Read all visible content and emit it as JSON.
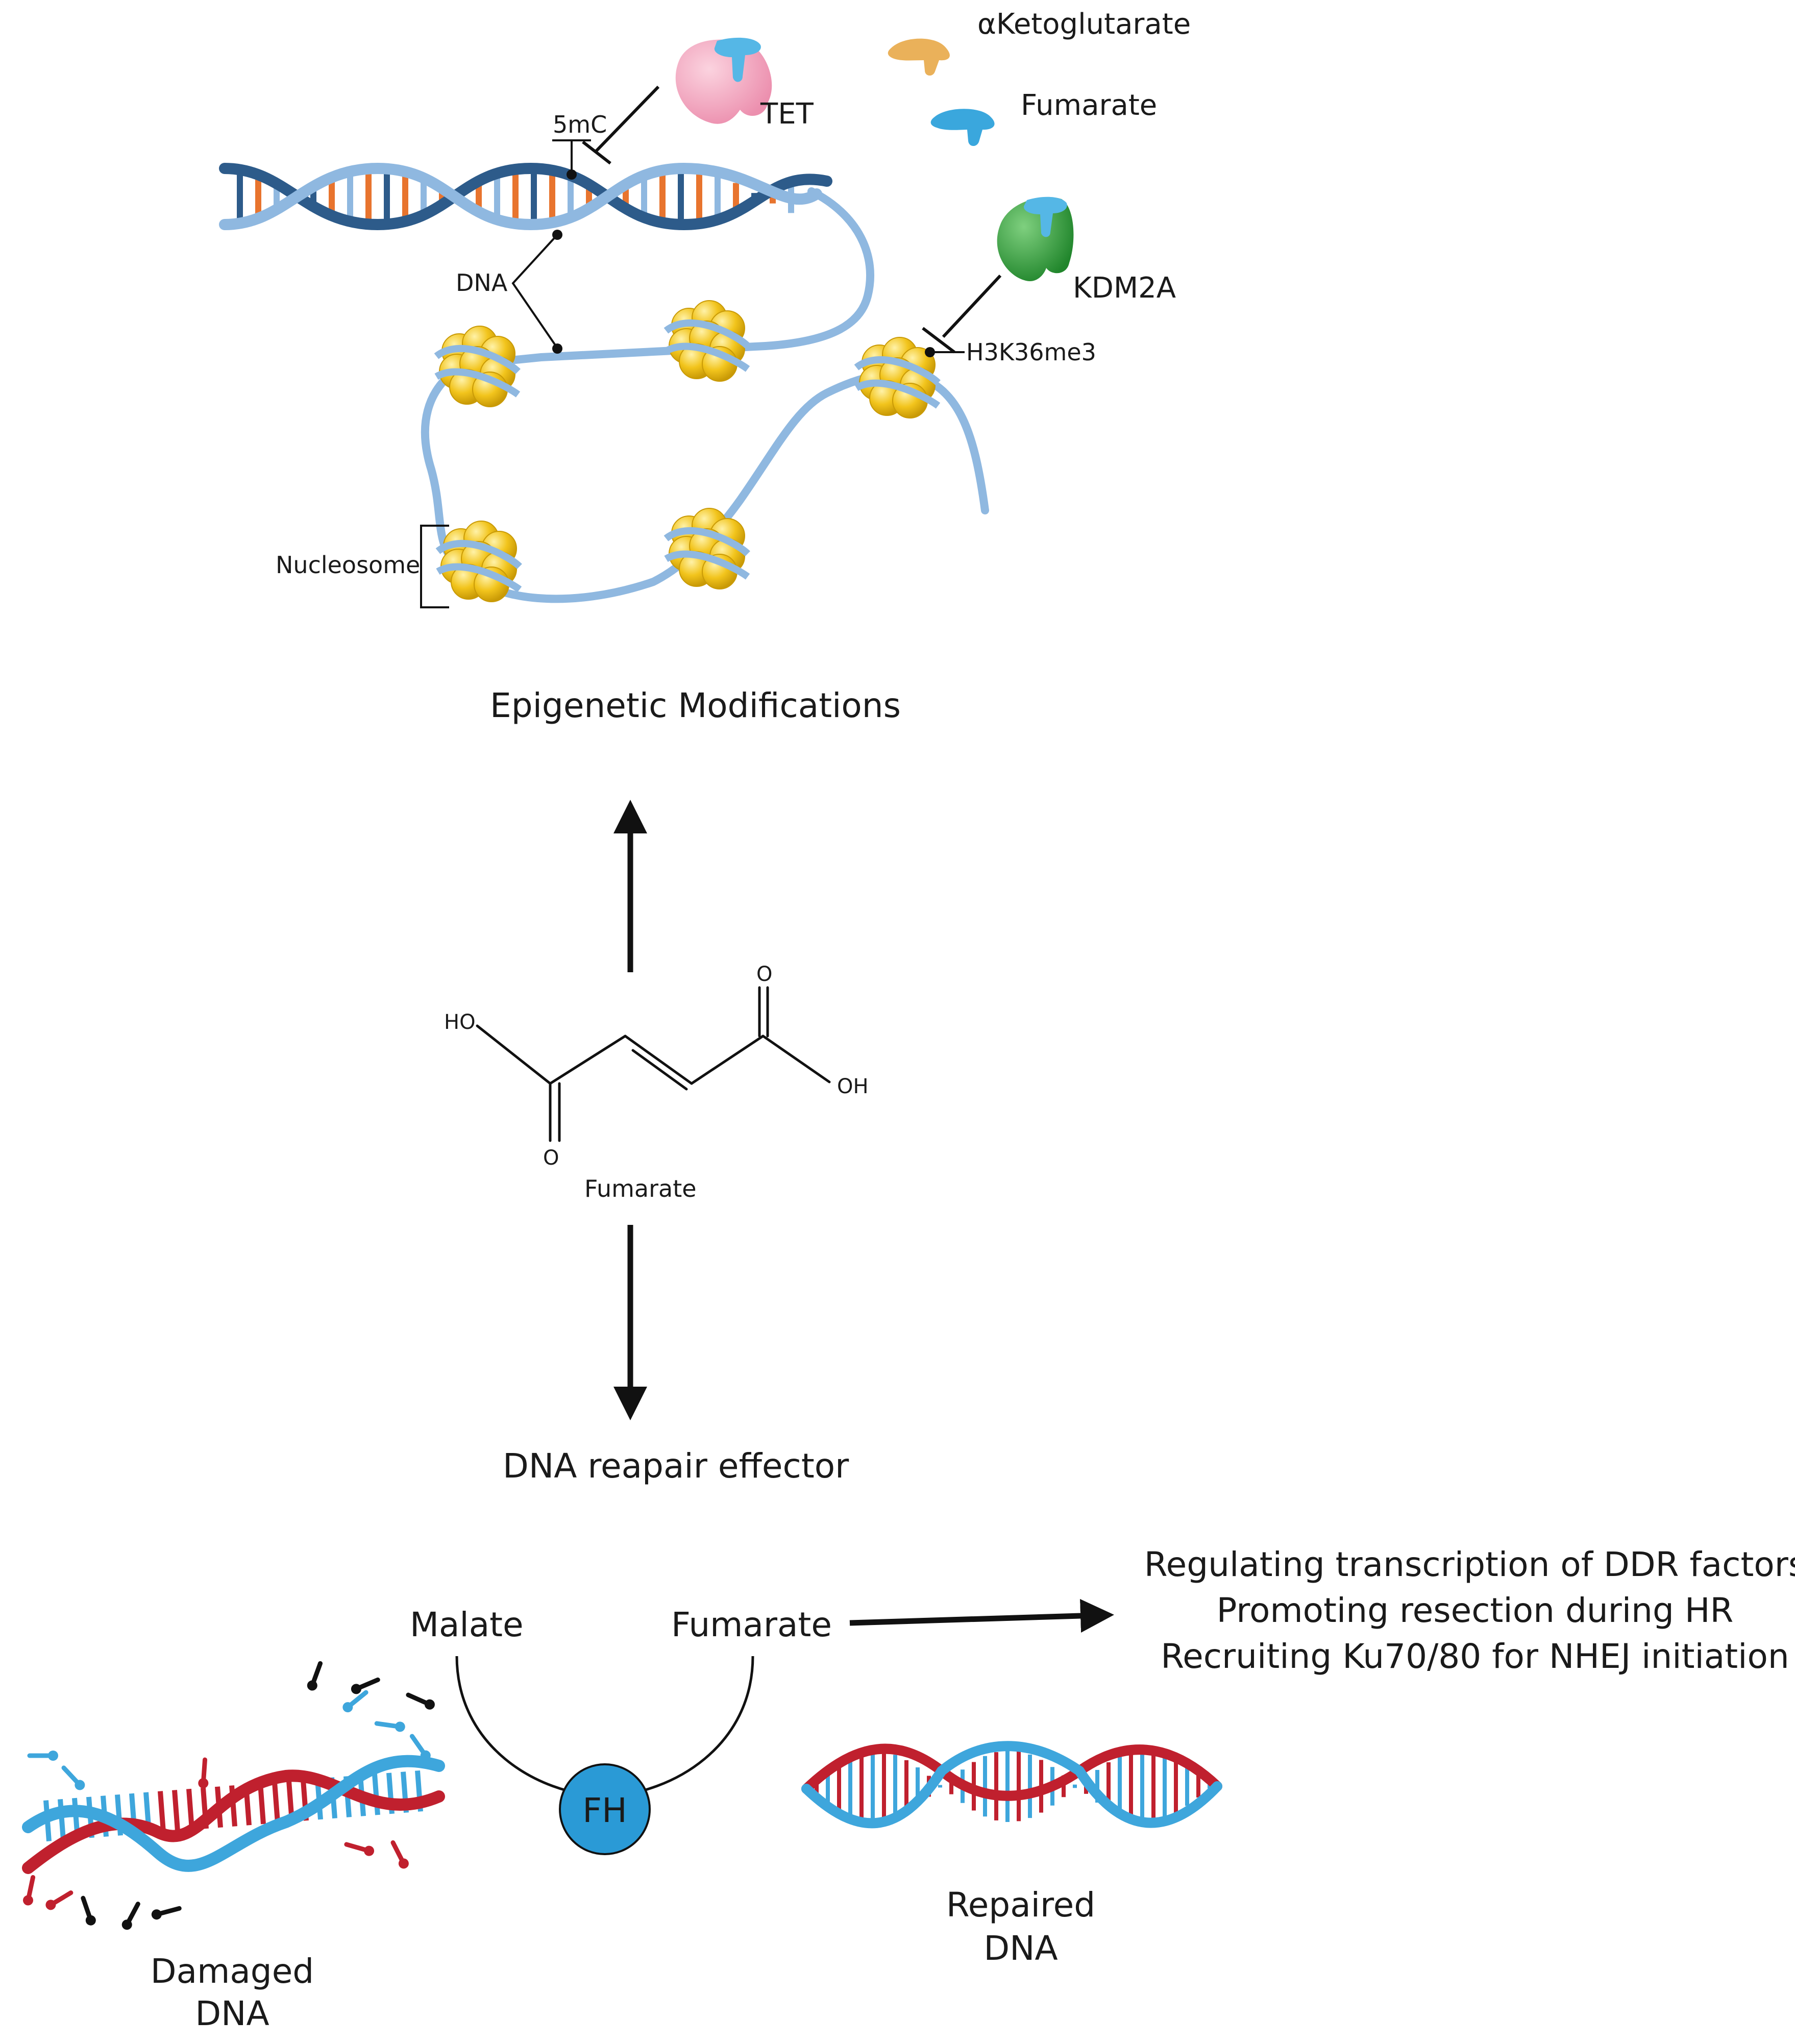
{
  "top": {
    "labels": {
      "alpha_kg": "αKetoglutarate",
      "fumarate": "Fumarate",
      "tet": "TET",
      "five_mc": "5mC",
      "dna": "DNA",
      "kdm2a": "KDM2A",
      "h3k36me3": "H3K36me3",
      "nucleosome": "Nucleosome"
    },
    "caption": "Epigenetic Modifications"
  },
  "molecule": {
    "ho": "HO",
    "oh": "OH",
    "o_top": "O",
    "o_bottom": "O",
    "name": "Fumarate"
  },
  "middle": {
    "caption": "DNA reapair effector"
  },
  "bottom": {
    "malate": "Malate",
    "fumarate": "Fumarate",
    "fh": "FH",
    "effects": [
      "Regulating transcription of  DDR factors",
      "Promoting resection during HR",
      "Recruiting Ku70/80 for NHEJ initiation"
    ],
    "damaged_line1": "Damaged",
    "damaged_line2": "DNA",
    "repaired_line1": "Repaired",
    "repaired_line2": "DNA"
  },
  "colors": {
    "tet": "#f4a7c0",
    "kdm2a": "#3aa845",
    "alpha_kg": "#eab15a",
    "fumarate_mol": "#3aa7dd",
    "dna_dark": "#2d5b8a",
    "dna_light": "#8fb8e0",
    "nucleosome": "#f2c41c",
    "fh": "#2a9ad6",
    "red_strand": "#c0202e",
    "blue_strand": "#3ea6dc"
  }
}
